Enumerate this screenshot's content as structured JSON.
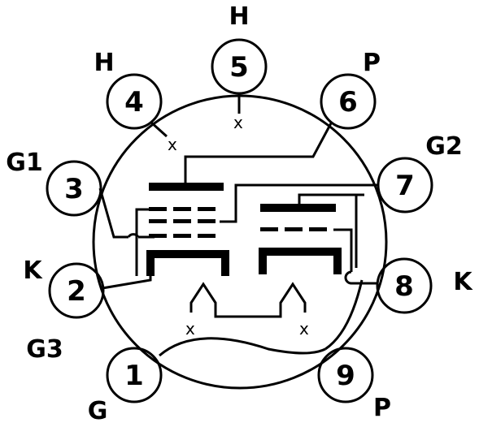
{
  "pins": [
    {
      "id": "1",
      "number": "1",
      "label": "G"
    },
    {
      "id": "2",
      "number": "2",
      "label": "K"
    },
    {
      "id": "3",
      "number": "3",
      "label": "G1"
    },
    {
      "id": "4",
      "number": "4",
      "label": "H"
    },
    {
      "id": "5",
      "number": "5",
      "label": "H"
    },
    {
      "id": "6",
      "number": "6",
      "label": "P"
    },
    {
      "id": "7",
      "number": "7",
      "label": "G2"
    },
    {
      "id": "8",
      "number": "8",
      "label": "K"
    },
    {
      "id": "9",
      "number": "9",
      "label": "P"
    }
  ],
  "side_label": "G3",
  "nc_mark": "x"
}
